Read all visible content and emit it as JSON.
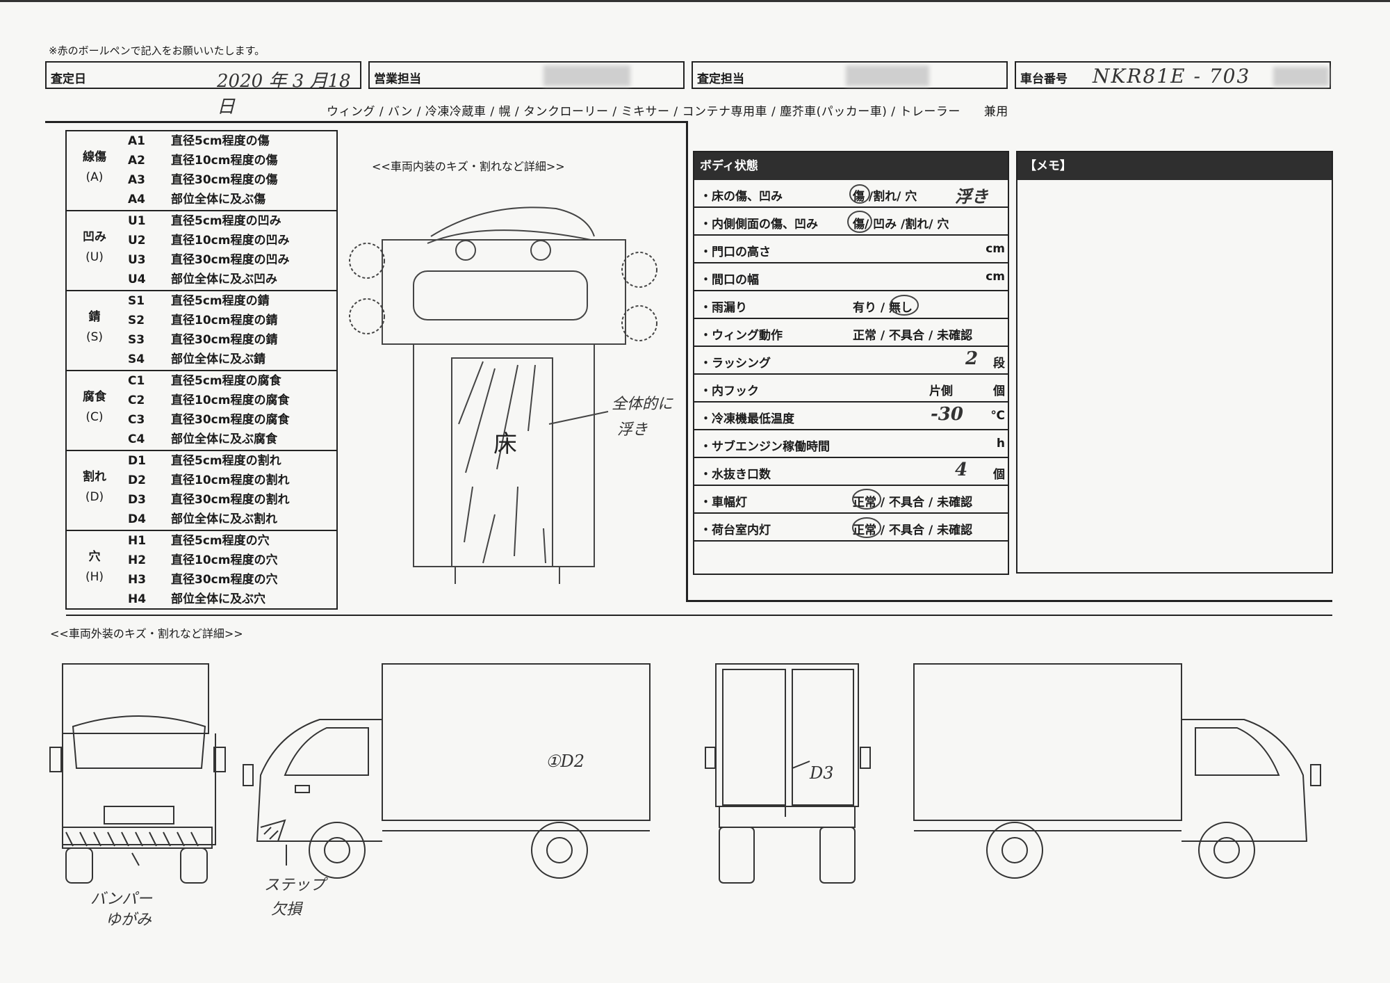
{
  "header": {
    "note": "※赤のボールペンで記入をお願いいたします。",
    "fields": [
      {
        "label": "査定日",
        "value": "2020 年 3 月18日"
      },
      {
        "label": "営業担当",
        "value": ""
      },
      {
        "label": "査定担当",
        "value": ""
      },
      {
        "label": "車台番号",
        "value": "NKR81E - 703"
      }
    ]
  },
  "body_types": "ウィング / バン / 冷凍冷蔵車 / 幌 / タンクローリー / ミキサー / コンテナ専用車 / 塵芥車(パッカー車) / トレーラー",
  "body_types_suffix": "兼用",
  "legend": [
    {
      "name": "線傷",
      "code": "(A)",
      "rows": [
        {
          "code": "A1",
          "text": "直径5cm程度の傷"
        },
        {
          "code": "A2",
          "text": "直径10cm程度の傷"
        },
        {
          "code": "A3",
          "text": "直径30cm程度の傷"
        },
        {
          "code": "A4",
          "text": "部位全体に及ぶ傷"
        }
      ]
    },
    {
      "name": "凹み",
      "code": "(U)",
      "rows": [
        {
          "code": "U1",
          "text": "直径5cm程度の凹み"
        },
        {
          "code": "U2",
          "text": "直径10cm程度の凹み"
        },
        {
          "code": "U3",
          "text": "直径30cm程度の凹み"
        },
        {
          "code": "U4",
          "text": "部位全体に及ぶ凹み"
        }
      ]
    },
    {
      "name": "錆",
      "code": "(S)",
      "rows": [
        {
          "code": "S1",
          "text": "直径5cm程度の錆"
        },
        {
          "code": "S2",
          "text": "直径10cm程度の錆"
        },
        {
          "code": "S3",
          "text": "直径30cm程度の錆"
        },
        {
          "code": "S4",
          "text": "部位全体に及ぶ錆"
        }
      ]
    },
    {
      "name": "腐食",
      "code": "(C)",
      "rows": [
        {
          "code": "C1",
          "text": "直径5cm程度の腐食"
        },
        {
          "code": "C2",
          "text": "直径10cm程度の腐食"
        },
        {
          "code": "C3",
          "text": "直径30cm程度の腐食"
        },
        {
          "code": "C4",
          "text": "部位全体に及ぶ腐食"
        }
      ]
    },
    {
      "name": "割れ",
      "code": "(D)",
      "rows": [
        {
          "code": "D1",
          "text": "直径5cm程度の割れ"
        },
        {
          "code": "D2",
          "text": "直径10cm程度の割れ"
        },
        {
          "code": "D3",
          "text": "直径30cm程度の割れ"
        },
        {
          "code": "D4",
          "text": "部位全体に及ぶ割れ"
        }
      ]
    },
    {
      "name": "穴",
      "code": "(H)",
      "rows": [
        {
          "code": "H1",
          "text": "直径5cm程度の穴"
        },
        {
          "code": "H2",
          "text": "直径10cm程度の穴"
        },
        {
          "code": "H3",
          "text": "直径30cm程度の穴"
        },
        {
          "code": "H4",
          "text": "部位全体に及ぶ穴"
        }
      ]
    }
  ],
  "interior": {
    "title": "<<車両内装のキズ・割れなど詳細>>",
    "floor_label": "床",
    "annotation_line1": "全体的に",
    "annotation_line2": "浮き"
  },
  "body_status": {
    "title": "ボディ状態",
    "rows": [
      {
        "label": "・床の傷、凹み",
        "options": "傷 /割れ/ 穴",
        "value": "浮き",
        "unit": ""
      },
      {
        "label": "・内側側面の傷、凹み",
        "options": "傷/ 凹み /割れ/ 穴",
        "value": "",
        "unit": ""
      },
      {
        "label": "・門口の高さ",
        "options": "",
        "value": "",
        "unit": "cm"
      },
      {
        "label": "・間口の幅",
        "options": "",
        "value": "",
        "unit": "cm"
      },
      {
        "label": "・雨漏り",
        "options": "有り / 無し",
        "value": "",
        "unit": ""
      },
      {
        "label": "・ウィング動作",
        "options": "正常 / 不具合 / 未確認",
        "value": "",
        "unit": ""
      },
      {
        "label": "・ラッシング",
        "options": "",
        "value": "2",
        "unit": "段"
      },
      {
        "label": "・内フック",
        "options": "片側",
        "value": "",
        "unit": "個"
      },
      {
        "label": "・冷凍機最低温度",
        "options": "",
        "value": "-30",
        "unit": "℃"
      },
      {
        "label": "・サブエンジン稼働時間",
        "options": "",
        "value": "",
        "unit": "h"
      },
      {
        "label": "・水抜き口数",
        "options": "",
        "value": "4",
        "unit": "個"
      },
      {
        "label": "・車幅灯",
        "options": "正常 / 不具合 / 未確認",
        "value": "",
        "unit": ""
      },
      {
        "label": "・荷台室内灯",
        "options": "正常 / 不具合 / 未確認",
        "value": "",
        "unit": ""
      }
    ]
  },
  "memo": {
    "title": "【メモ】"
  },
  "exterior": {
    "title": "<<車両外装のキズ・割れなど詳細>>",
    "annotations": {
      "bumper_1": "バンパー",
      "bumper_2": "ゆがみ",
      "step_1": "ステップ",
      "step_2": "欠損",
      "side": "①D2",
      "rear": "D3"
    }
  }
}
